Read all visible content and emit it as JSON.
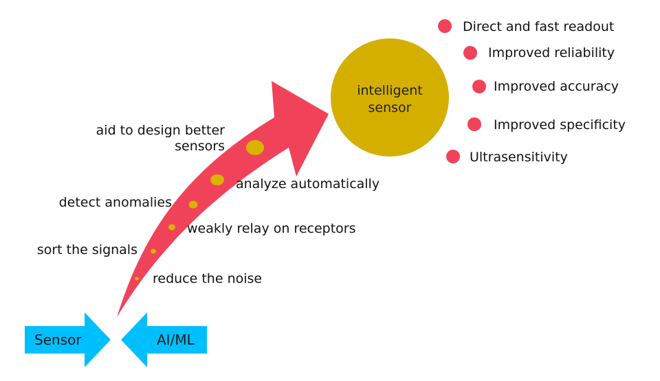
{
  "colors": {
    "arrow": "#f0435a",
    "dots": "#d9b300",
    "circle": "#d4af00",
    "bullet": "#f0435a",
    "input_arrows": "#00bfff"
  },
  "circle": {
    "line1": "intelligent",
    "line2": "sensor"
  },
  "benefits": [
    "Direct and fast readout",
    "Improved reliability",
    "Improved accuracy",
    "Improved specificity",
    "Ultrasensitivity"
  ],
  "steps": {
    "left": [
      "aid to design better",
      "sensors",
      "detect anomalies",
      "sort the signals"
    ],
    "right": [
      "analyze automatically",
      "weakly relay on receptors",
      "reduce the noise"
    ]
  },
  "inputs": {
    "sensor": "Sensor",
    "aiml": "AI/ML"
  }
}
